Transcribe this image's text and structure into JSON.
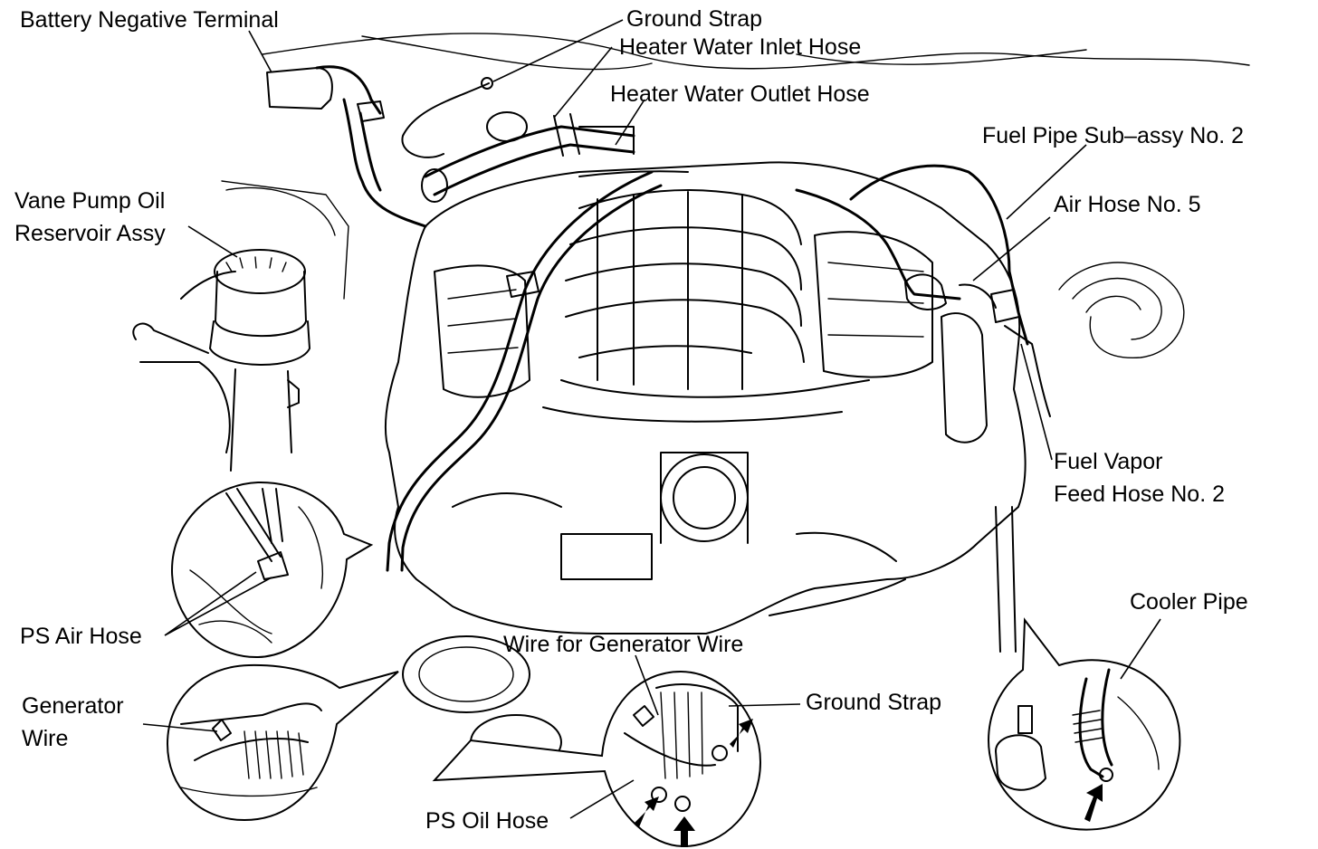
{
  "labels": {
    "battery_negative_terminal": "Battery Negative Terminal",
    "ground_strap_top": "Ground Strap",
    "heater_water_inlet_hose": "Heater Water Inlet Hose",
    "heater_water_outlet_hose": "Heater Water Outlet Hose",
    "fuel_pipe_sub_assy": "Fuel Pipe Sub–assy No. 2",
    "air_hose_no5": "Air Hose No. 5",
    "vane_pump_line1": "Vane Pump Oil",
    "vane_pump_line2": "Reservoir Assy",
    "fuel_vapor_line1": "Fuel Vapor",
    "fuel_vapor_line2": "Feed Hose No. 2",
    "cooler_pipe": "Cooler Pipe",
    "ps_air_hose": "PS Air Hose",
    "generator_wire_line1": "Generator",
    "generator_wire_line2": "Wire",
    "wire_for_generator_wire": "Wire for Generator Wire",
    "ground_strap_bottom": "Ground Strap",
    "ps_oil_hose": "PS Oil Hose"
  }
}
